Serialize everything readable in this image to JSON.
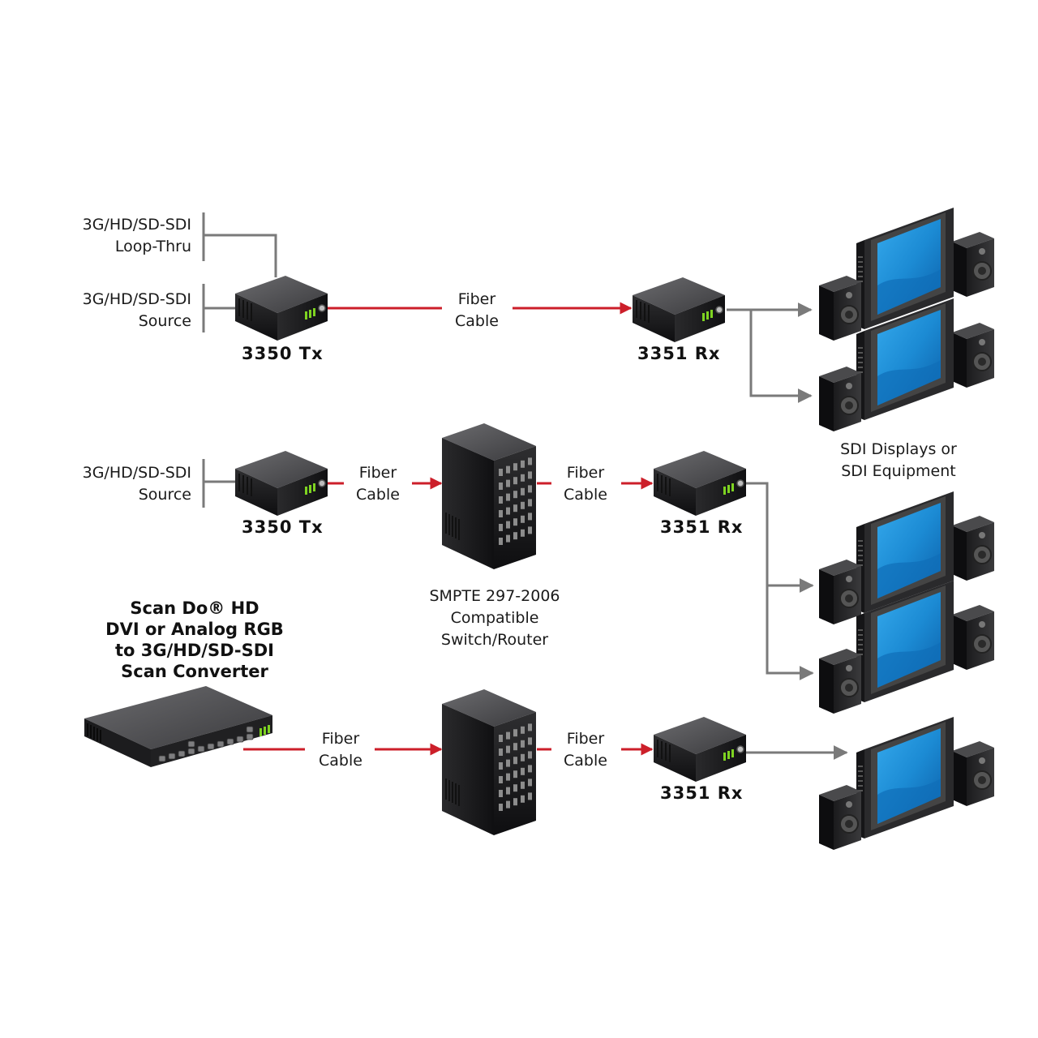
{
  "diagram": {
    "colors": {
      "fiber": "#cc1f2a",
      "signal": "#7a7a7a",
      "device": "#3a3a3c",
      "screen": "#1e8fd6",
      "led": "#7ed321"
    },
    "row1": {
      "loopthru_label": [
        "3G/HD/SD-SDI",
        "Loop-Thru"
      ],
      "source_label": [
        "3G/HD/SD-SDI",
        "Source"
      ],
      "tx_model": "3350  Tx",
      "fiber_label": [
        "Fiber",
        "Cable"
      ],
      "rx_model": "3351  Rx"
    },
    "displays_label": [
      "SDI Displays or",
      "SDI Equipment"
    ],
    "row2": {
      "source_label": [
        "3G/HD/SD-SDI",
        "Source"
      ],
      "tx_model": "3350  Tx",
      "fiber_in_label": [
        "Fiber",
        "Cable"
      ],
      "fiber_out_label": [
        "Fiber",
        "Cable"
      ],
      "rx_model": "3351  Rx"
    },
    "router_label": [
      "SMPTE 297-2006",
      "Compatible",
      "Switch/Router"
    ],
    "row3": {
      "converter_title": [
        "Scan Do® HD",
        "DVI or Analog RGB",
        "to 3G/HD/SD-SDI",
        "Scan Converter"
      ],
      "fiber_in_label": [
        "Fiber",
        "Cable"
      ],
      "fiber_out_label": [
        "Fiber",
        "Cable"
      ],
      "rx_model": "3351  Rx"
    }
  }
}
